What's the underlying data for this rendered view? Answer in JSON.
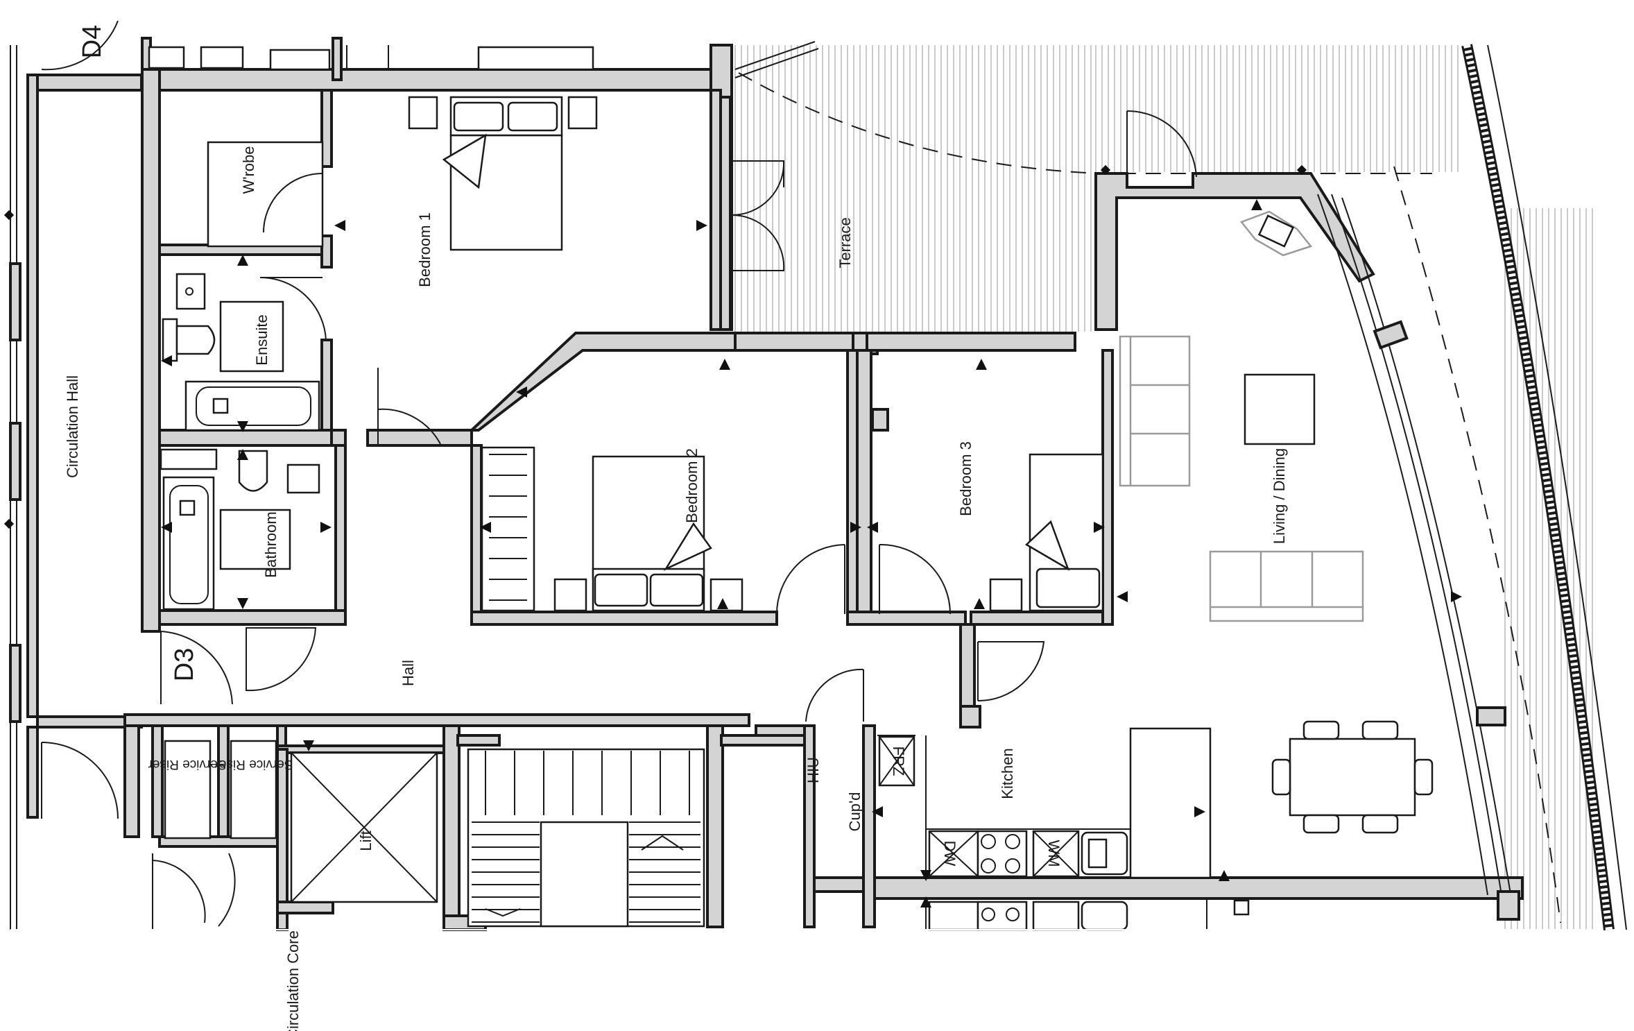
{
  "labels": {
    "d4": "D4",
    "d3": "D3",
    "circulation_hall": "Circulation Hall",
    "wrobe": "W'robe",
    "bedroom1": "Bedroom 1",
    "terrace": "Terrace",
    "ensuite": "Ensuite",
    "bathroom": "Bathroom",
    "bedroom2": "Bedroom 2",
    "bedroom3": "Bedroom 3",
    "living_dining": "Living / Dining",
    "hall": "Hall",
    "kitchen": "Kitchen",
    "hiu": "HIU",
    "cupd": "Cup'd",
    "frz": "FRZ",
    "dw": "DW",
    "wm": "WM",
    "service_riser_1": "Service Riser",
    "service_riser_2": "Service Riser",
    "lift": "Lift",
    "circulation_core": "Circulation Core"
  },
  "colors": {
    "wall_fill": "#d4d4d4",
    "line": "#1a1a1a",
    "furniture_grey": "#9a9a9a",
    "background": "#ffffff"
  }
}
